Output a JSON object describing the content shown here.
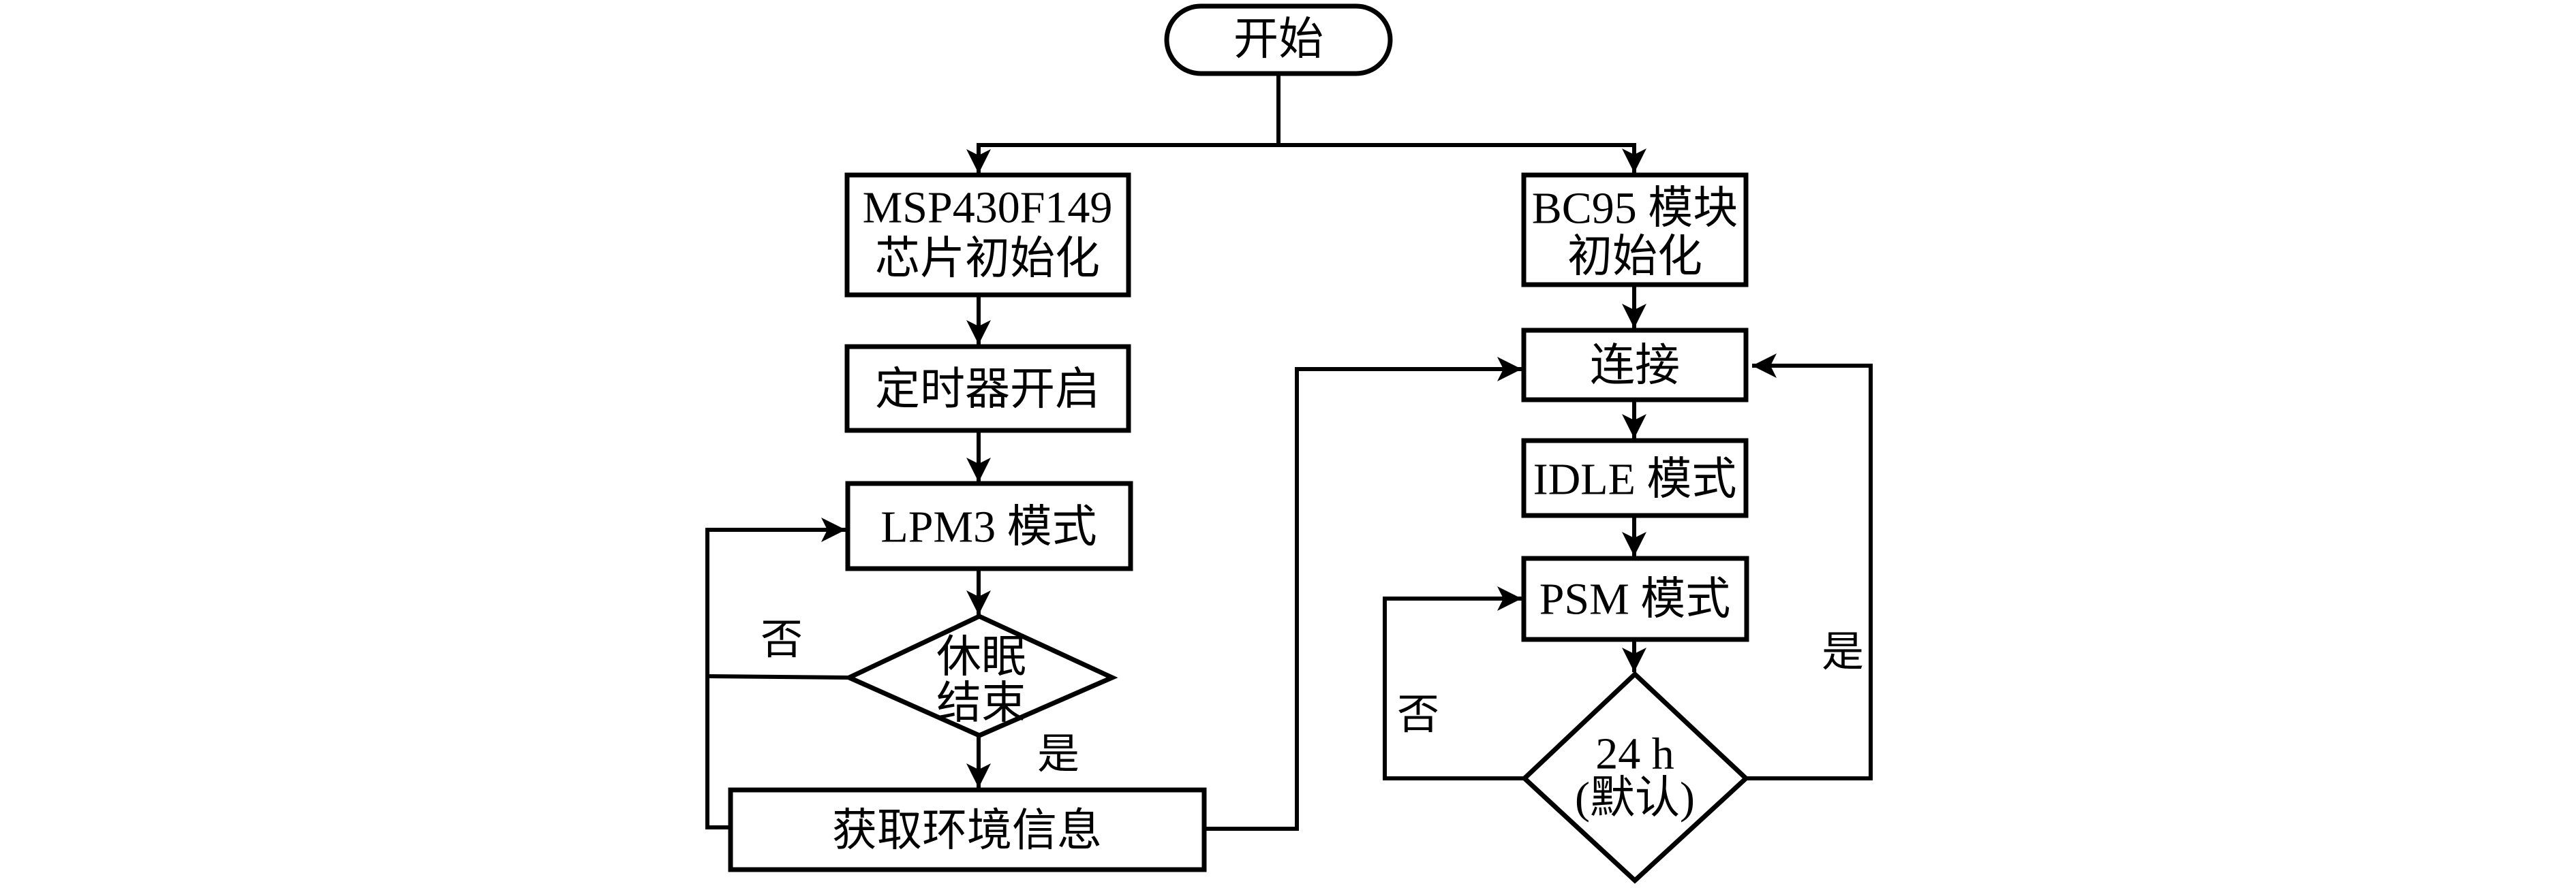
{
  "diagram": {
    "type": "flowchart",
    "nodes": {
      "start": {
        "shape": "terminal",
        "lines": [
          "开始"
        ]
      },
      "msp_init": {
        "shape": "process",
        "lines": [
          "MSP430F149",
          "芯片初始化"
        ]
      },
      "timer_on": {
        "shape": "process",
        "lines": [
          "定时器开启"
        ]
      },
      "lpm3": {
        "shape": "process",
        "lines": [
          "LPM3 模式"
        ]
      },
      "sleep_end": {
        "shape": "decision",
        "lines": [
          "休眠",
          "结束"
        ]
      },
      "get_env": {
        "shape": "process",
        "lines": [
          "获取环境信息"
        ]
      },
      "bc95_init": {
        "shape": "process",
        "lines": [
          "BC95 模块",
          "初始化"
        ]
      },
      "connect": {
        "shape": "process",
        "lines": [
          "连接"
        ]
      },
      "idle": {
        "shape": "process",
        "lines": [
          "IDLE 模式"
        ]
      },
      "psm": {
        "shape": "process",
        "lines": [
          "PSM 模式"
        ]
      },
      "h24": {
        "shape": "decision",
        "lines": [
          "24 h",
          "(默认)"
        ]
      }
    },
    "edges": [
      {
        "from": "start",
        "to": "msp_init",
        "label": ""
      },
      {
        "from": "start",
        "to": "bc95_init",
        "label": ""
      },
      {
        "from": "msp_init",
        "to": "timer_on",
        "label": ""
      },
      {
        "from": "timer_on",
        "to": "lpm3",
        "label": ""
      },
      {
        "from": "lpm3",
        "to": "sleep_end",
        "label": ""
      },
      {
        "from": "sleep_end",
        "to": "get_env",
        "label": "是"
      },
      {
        "from": "sleep_end",
        "to": "lpm3",
        "label": "否"
      },
      {
        "from": "get_env",
        "to": "lpm3",
        "label": ""
      },
      {
        "from": "get_env",
        "to": "connect",
        "label": ""
      },
      {
        "from": "bc95_init",
        "to": "connect",
        "label": ""
      },
      {
        "from": "connect",
        "to": "idle",
        "label": ""
      },
      {
        "from": "idle",
        "to": "psm",
        "label": ""
      },
      {
        "from": "psm",
        "to": "h24",
        "label": ""
      },
      {
        "from": "h24",
        "to": "psm",
        "label": "否"
      },
      {
        "from": "h24",
        "to": "connect",
        "label": "是"
      }
    ],
    "edge_labels": {
      "sleep_no": "否",
      "sleep_yes": "是",
      "h24_no": "否",
      "h24_yes": "是"
    }
  }
}
